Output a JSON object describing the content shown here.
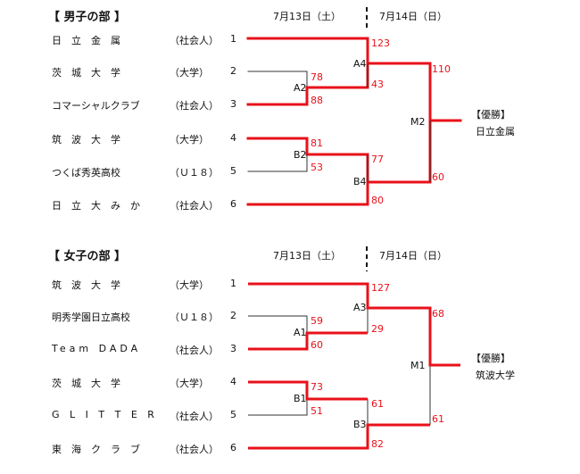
{
  "colors": {
    "win": "#e8111a",
    "line": "#333333"
  },
  "men": {
    "title": "【 男子の部 】",
    "dates": [
      "7月13日（土）",
      "7月14日（日）"
    ],
    "teams": [
      {
        "name": "日　立　金　属",
        "aff": "（社会人）",
        "seed": "1"
      },
      {
        "name": "茨　城　大　学",
        "aff": "（大学）",
        "seed": "2"
      },
      {
        "name": "コマーシャルクラブ",
        "aff": "（社会人）",
        "seed": "3"
      },
      {
        "name": "筑　波　大　学",
        "aff": "（大学）",
        "seed": "4"
      },
      {
        "name": "つくば秀英高校",
        "aff": "（Ｕ１８）",
        "seed": "5"
      },
      {
        "name": "日　立　大　み　か",
        "aff": "（社会人）",
        "seed": "6"
      }
    ],
    "matches": {
      "A2": {
        "label": "A2",
        "top": "78",
        "bottom": "88"
      },
      "B2": {
        "label": "B2",
        "top": "81",
        "bottom": "53"
      },
      "A4": {
        "label": "A4",
        "top": "123",
        "bottom": "43"
      },
      "B4": {
        "label": "B4",
        "top": "77",
        "bottom": "80"
      },
      "M2": {
        "label": "M2",
        "top": "110",
        "bottom": "60"
      }
    },
    "winner": {
      "label": "【優勝】",
      "name": "日立金属"
    }
  },
  "women": {
    "title": "【 女子の部 】",
    "dates": [
      "7月13日（土）",
      "7月14日（日）"
    ],
    "teams": [
      {
        "name": "筑　波　大　学",
        "aff": "（大学）",
        "seed": "1"
      },
      {
        "name": "明秀学園日立高校",
        "aff": "（Ｕ１８）",
        "seed": "2"
      },
      {
        "name": "Team DADA",
        "aff": "（社会人）",
        "seed": "3"
      },
      {
        "name": "茨　城　大　学",
        "aff": "（大学）",
        "seed": "4"
      },
      {
        "name": "G L I T T E R",
        "aff": "（社会人）",
        "seed": "5"
      },
      {
        "name": "東　海　ク　ラ　ブ",
        "aff": "（社会人）",
        "seed": "6"
      }
    ],
    "matches": {
      "A1": {
        "label": "A1",
        "top": "59",
        "bottom": "60"
      },
      "B1": {
        "label": "B1",
        "top": "73",
        "bottom": "51"
      },
      "A3": {
        "label": "A3",
        "top": "127",
        "bottom": "29"
      },
      "B3": {
        "label": "B3",
        "top": "61",
        "bottom": "82"
      },
      "M1": {
        "label": "M1",
        "top": "68",
        "bottom": "61"
      }
    },
    "winner": {
      "label": "【優勝】",
      "name": "筑波大学"
    }
  }
}
